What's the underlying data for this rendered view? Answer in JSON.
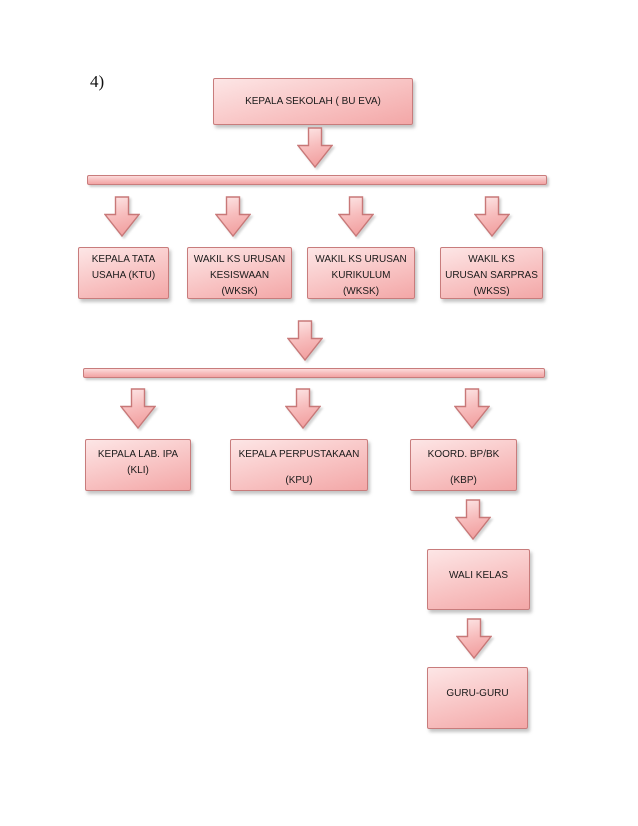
{
  "page": {
    "list_label": "4)"
  },
  "colors": {
    "background": "#ffffff",
    "box_fill_light": "#fde6e6",
    "box_fill_dark": "#f3a7a7",
    "box_border": "#c87c7c",
    "text": "#1a1a1a"
  },
  "org_chart": {
    "root": {
      "lines": [
        "KEPALA SEKOLAH ( BU EVA)"
      ]
    },
    "level2": [
      {
        "lines": [
          "KEPALA TATA",
          "USAHA (KTU)"
        ]
      },
      {
        "lines": [
          "WAKIL KS URUSAN",
          "KESISWAAN",
          "(WKSK)"
        ]
      },
      {
        "lines": [
          "WAKIL KS URUSAN",
          "KURIKULUM",
          "(WKSK)"
        ]
      },
      {
        "lines": [
          "WAKIL KS",
          "URUSAN SARPRAS",
          "(WKSS)"
        ]
      }
    ],
    "level3": [
      {
        "lines": [
          "KEPALA LAB. IPA",
          "(KLI)"
        ]
      },
      {
        "lines": [
          "KEPALA PERPUSTAKAAN",
          "(KPU)"
        ]
      },
      {
        "lines": [
          "KOORD. BP/BK",
          "(KBP)"
        ]
      }
    ],
    "level4": {
      "lines": [
        "WALI KELAS"
      ]
    },
    "level5": {
      "lines": [
        "GURU-GURU"
      ]
    }
  }
}
